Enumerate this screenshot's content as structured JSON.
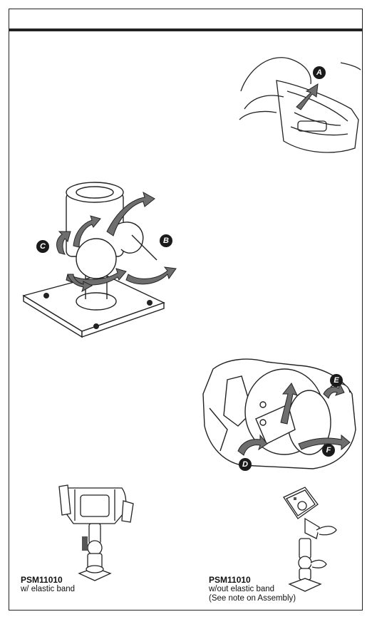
{
  "callouts": {
    "a": "A",
    "b": "B",
    "c": "C",
    "d": "D",
    "e": "E",
    "f": "F"
  },
  "products": [
    {
      "model": "PSM11010",
      "description_lines": [
        "w/ elastic band"
      ]
    },
    {
      "model": "PSM11010",
      "description_lines": [
        "w/out elastic band",
        "(See note on Assembly)"
      ]
    }
  ],
  "colors": {
    "frame": "#222222",
    "arrow": "#6e6e6e",
    "badge": "#1a1a1a"
  }
}
